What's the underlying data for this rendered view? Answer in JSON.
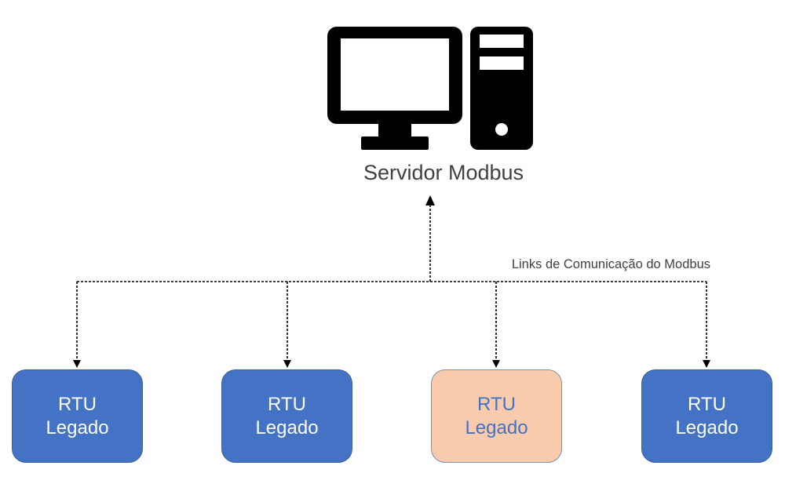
{
  "server": {
    "label": "Servidor Modbus",
    "icon": "desktop-computer-icon"
  },
  "link_label": "Links de Comunicação do Modbus",
  "colors": {
    "rtu_normal": "#4472c4",
    "rtu_highlight": "#f8cbad",
    "rtu_highlight_text": "#4472c4",
    "line": "#000000"
  },
  "rtus": [
    {
      "line1": "RTU",
      "line2": "Legado",
      "style": "blue"
    },
    {
      "line1": "RTU",
      "line2": "Legado",
      "style": "blue"
    },
    {
      "line1": "RTU",
      "line2": "Legado",
      "style": "peach"
    },
    {
      "line1": "RTU",
      "line2": "Legado",
      "style": "blue"
    }
  ]
}
